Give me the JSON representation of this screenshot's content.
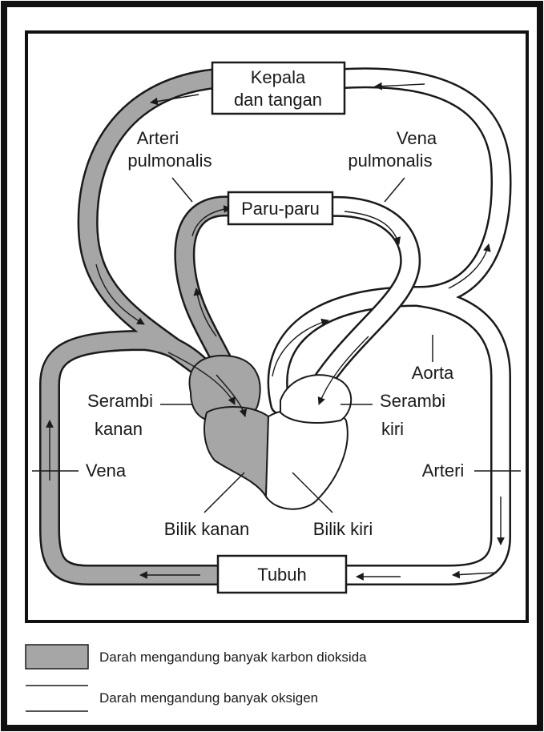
{
  "labels": {
    "head": [
      "Kepala",
      "dan tangan"
    ],
    "lungs": "Paru-paru",
    "body": "Tubuh",
    "pulmonary_artery": [
      "Arteri",
      "pulmonalis"
    ],
    "pulmonary_vein": [
      "Vena",
      "pulmonalis"
    ],
    "right_atrium": [
      "Serambi",
      "kanan"
    ],
    "left_atrium": [
      "Serambi",
      "kiri"
    ],
    "aorta": "Aorta",
    "vein": "Vena",
    "artery": "Arteri",
    "right_ventricle": "Bilik kanan",
    "left_ventricle": "Bilik kiri"
  },
  "legend": {
    "deoxygenated": "Darah mengandung banyak karbon dioksida",
    "oxygenated": "Darah mengandung banyak oksigen"
  },
  "colors": {
    "deoxygenated_fill": "#a6a6a6",
    "oxygenated_fill": "#ffffff",
    "outline": "#1a1a1a"
  }
}
